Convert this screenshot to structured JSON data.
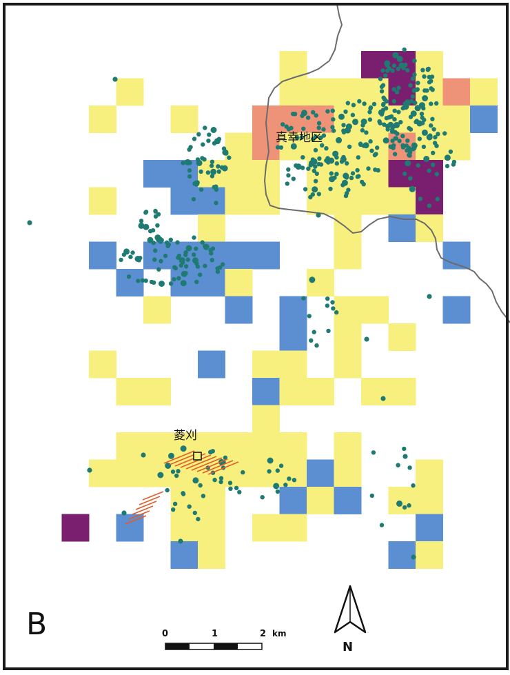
{
  "panel_label": "B",
  "places": {
    "north_district": "真幸地区",
    "mine_site": "菱刈"
  },
  "scale_bar": {
    "ticks": [
      "0",
      "1",
      "2"
    ],
    "unit": "km"
  },
  "north_arrow": {
    "label": "N"
  },
  "colors": {
    "yellow": "#f7ef7e",
    "blue": "#5b8fd2",
    "salmon": "#ee9378",
    "purple": "#7a1f6f",
    "dot": "#1f7a72",
    "vein": "#e25b2a",
    "border": "#1a1a1a",
    "road": "#6b6b6b"
  },
  "grid": {
    "cell_km": 0.5,
    "cells": [
      {
        "c": 9,
        "r": 0,
        "k": "yellow"
      },
      {
        "c": 12,
        "r": 0,
        "k": "purple"
      },
      {
        "c": 13,
        "r": 0,
        "k": "purple"
      },
      {
        "c": 14,
        "r": 0,
        "k": "yellow"
      },
      {
        "c": 3,
        "r": 1,
        "k": "yellow"
      },
      {
        "c": 9,
        "r": 1,
        "k": "yellow"
      },
      {
        "c": 10,
        "r": 1,
        "k": "yellow"
      },
      {
        "c": 11,
        "r": 1,
        "k": "yellow"
      },
      {
        "c": 12,
        "r": 1,
        "k": "yellow"
      },
      {
        "c": 13,
        "r": 1,
        "k": "purple"
      },
      {
        "c": 14,
        "r": 1,
        "k": "yellow"
      },
      {
        "c": 15,
        "r": 1,
        "k": "salmon"
      },
      {
        "c": 16,
        "r": 1,
        "k": "yellow"
      },
      {
        "c": 2,
        "r": 2,
        "k": "yellow"
      },
      {
        "c": 5,
        "r": 2,
        "k": "yellow"
      },
      {
        "c": 8,
        "r": 2,
        "k": "salmon"
      },
      {
        "c": 9,
        "r": 2,
        "k": "salmon"
      },
      {
        "c": 10,
        "r": 2,
        "k": "salmon"
      },
      {
        "c": 11,
        "r": 2,
        "k": "yellow"
      },
      {
        "c": 12,
        "r": 2,
        "k": "yellow"
      },
      {
        "c": 13,
        "r": 2,
        "k": "yellow"
      },
      {
        "c": 14,
        "r": 2,
        "k": "yellow"
      },
      {
        "c": 15,
        "r": 2,
        "k": "yellow"
      },
      {
        "c": 16,
        "r": 2,
        "k": "blue"
      },
      {
        "c": 7,
        "r": 3,
        "k": "yellow"
      },
      {
        "c": 8,
        "r": 3,
        "k": "salmon"
      },
      {
        "c": 9,
        "r": 3,
        "k": "yellow"
      },
      {
        "c": 10,
        "r": 3,
        "k": "yellow"
      },
      {
        "c": 11,
        "r": 3,
        "k": "yellow"
      },
      {
        "c": 12,
        "r": 3,
        "k": "yellow"
      },
      {
        "c": 13,
        "r": 3,
        "k": "salmon"
      },
      {
        "c": 14,
        "r": 3,
        "k": "yellow"
      },
      {
        "c": 15,
        "r": 3,
        "k": "yellow"
      },
      {
        "c": 4,
        "r": 4,
        "k": "blue"
      },
      {
        "c": 5,
        "r": 4,
        "k": "blue"
      },
      {
        "c": 6,
        "r": 4,
        "k": "yellow"
      },
      {
        "c": 7,
        "r": 4,
        "k": "yellow"
      },
      {
        "c": 8,
        "r": 4,
        "k": "yellow"
      },
      {
        "c": 10,
        "r": 4,
        "k": "yellow"
      },
      {
        "c": 11,
        "r": 4,
        "k": "yellow"
      },
      {
        "c": 12,
        "r": 4,
        "k": "yellow"
      },
      {
        "c": 13,
        "r": 4,
        "k": "purple"
      },
      {
        "c": 14,
        "r": 4,
        "k": "purple"
      },
      {
        "c": 2,
        "r": 5,
        "k": "yellow"
      },
      {
        "c": 5,
        "r": 5,
        "k": "blue"
      },
      {
        "c": 6,
        "r": 5,
        "k": "blue"
      },
      {
        "c": 7,
        "r": 5,
        "k": "yellow"
      },
      {
        "c": 8,
        "r": 5,
        "k": "yellow"
      },
      {
        "c": 10,
        "r": 5,
        "k": "yellow"
      },
      {
        "c": 11,
        "r": 5,
        "k": "yellow"
      },
      {
        "c": 12,
        "r": 5,
        "k": "yellow"
      },
      {
        "c": 13,
        "r": 5,
        "k": "yellow"
      },
      {
        "c": 14,
        "r": 5,
        "k": "purple"
      },
      {
        "c": 6,
        "r": 6,
        "k": "yellow"
      },
      {
        "c": 11,
        "r": 6,
        "k": "yellow"
      },
      {
        "c": 13,
        "r": 6,
        "k": "blue"
      },
      {
        "c": 14,
        "r": 6,
        "k": "yellow"
      },
      {
        "c": 2,
        "r": 7,
        "k": "blue"
      },
      {
        "c": 4,
        "r": 7,
        "k": "blue"
      },
      {
        "c": 5,
        "r": 7,
        "k": "blue"
      },
      {
        "c": 6,
        "r": 7,
        "k": "blue"
      },
      {
        "c": 7,
        "r": 7,
        "k": "blue"
      },
      {
        "c": 8,
        "r": 7,
        "k": "blue"
      },
      {
        "c": 11,
        "r": 7,
        "k": "yellow"
      },
      {
        "c": 15,
        "r": 7,
        "k": "blue"
      },
      {
        "c": 3,
        "r": 8,
        "k": "blue"
      },
      {
        "c": 5,
        "r": 8,
        "k": "blue"
      },
      {
        "c": 6,
        "r": 8,
        "k": "blue"
      },
      {
        "c": 7,
        "r": 8,
        "k": "yellow"
      },
      {
        "c": 10,
        "r": 8,
        "k": "yellow"
      },
      {
        "c": 4,
        "r": 9,
        "k": "yellow"
      },
      {
        "c": 7,
        "r": 9,
        "k": "blue"
      },
      {
        "c": 9,
        "r": 9,
        "k": "blue"
      },
      {
        "c": 11,
        "r": 9,
        "k": "yellow"
      },
      {
        "c": 12,
        "r": 9,
        "k": "yellow"
      },
      {
        "c": 15,
        "r": 9,
        "k": "blue"
      },
      {
        "c": 9,
        "r": 10,
        "k": "blue"
      },
      {
        "c": 11,
        "r": 10,
        "k": "yellow"
      },
      {
        "c": 13,
        "r": 10,
        "k": "yellow"
      },
      {
        "c": 2,
        "r": 11,
        "k": "yellow"
      },
      {
        "c": 6,
        "r": 11,
        "k": "blue"
      },
      {
        "c": 8,
        "r": 11,
        "k": "yellow"
      },
      {
        "c": 9,
        "r": 11,
        "k": "yellow"
      },
      {
        "c": 11,
        "r": 11,
        "k": "yellow"
      },
      {
        "c": 3,
        "r": 12,
        "k": "yellow"
      },
      {
        "c": 4,
        "r": 12,
        "k": "yellow"
      },
      {
        "c": 8,
        "r": 12,
        "k": "blue"
      },
      {
        "c": 9,
        "r": 12,
        "k": "yellow"
      },
      {
        "c": 10,
        "r": 12,
        "k": "yellow"
      },
      {
        "c": 12,
        "r": 12,
        "k": "yellow"
      },
      {
        "c": 13,
        "r": 12,
        "k": "yellow"
      },
      {
        "c": 8,
        "r": 13,
        "k": "yellow"
      },
      {
        "c": 3,
        "r": 14,
        "k": "yellow"
      },
      {
        "c": 4,
        "r": 14,
        "k": "yellow"
      },
      {
        "c": 5,
        "r": 14,
        "k": "yellow"
      },
      {
        "c": 6,
        "r": 14,
        "k": "yellow"
      },
      {
        "c": 7,
        "r": 14,
        "k": "yellow"
      },
      {
        "c": 8,
        "r": 14,
        "k": "yellow"
      },
      {
        "c": 9,
        "r": 14,
        "k": "yellow"
      },
      {
        "c": 11,
        "r": 14,
        "k": "yellow"
      },
      {
        "c": 2,
        "r": 15,
        "k": "yellow"
      },
      {
        "c": 3,
        "r": 15,
        "k": "yellow"
      },
      {
        "c": 4,
        "r": 15,
        "k": "yellow"
      },
      {
        "c": 5,
        "r": 15,
        "k": "yellow"
      },
      {
        "c": 6,
        "r": 15,
        "k": "yellow"
      },
      {
        "c": 7,
        "r": 15,
        "k": "yellow"
      },
      {
        "c": 8,
        "r": 15,
        "k": "yellow"
      },
      {
        "c": 9,
        "r": 15,
        "k": "yellow"
      },
      {
        "c": 10,
        "r": 15,
        "k": "blue"
      },
      {
        "c": 11,
        "r": 15,
        "k": "yellow"
      },
      {
        "c": 14,
        "r": 15,
        "k": "yellow"
      },
      {
        "c": 5,
        "r": 16,
        "k": "yellow"
      },
      {
        "c": 6,
        "r": 16,
        "k": "yellow"
      },
      {
        "c": 9,
        "r": 16,
        "k": "blue"
      },
      {
        "c": 10,
        "r": 16,
        "k": "yellow"
      },
      {
        "c": 11,
        "r": 16,
        "k": "blue"
      },
      {
        "c": 13,
        "r": 16,
        "k": "yellow"
      },
      {
        "c": 14,
        "r": 16,
        "k": "yellow"
      },
      {
        "c": 1,
        "r": 17,
        "k": "purple"
      },
      {
        "c": 3,
        "r": 17,
        "k": "blue"
      },
      {
        "c": 5,
        "r": 17,
        "k": "yellow"
      },
      {
        "c": 6,
        "r": 17,
        "k": "yellow"
      },
      {
        "c": 8,
        "r": 17,
        "k": "yellow"
      },
      {
        "c": 9,
        "r": 17,
        "k": "yellow"
      },
      {
        "c": 14,
        "r": 17,
        "k": "blue"
      },
      {
        "c": 5,
        "r": 18,
        "k": "blue"
      },
      {
        "c": 6,
        "r": 18,
        "k": "yellow"
      },
      {
        "c": 13,
        "r": 18,
        "k": "blue"
      },
      {
        "c": 14,
        "r": 18,
        "k": "yellow"
      }
    ]
  }
}
